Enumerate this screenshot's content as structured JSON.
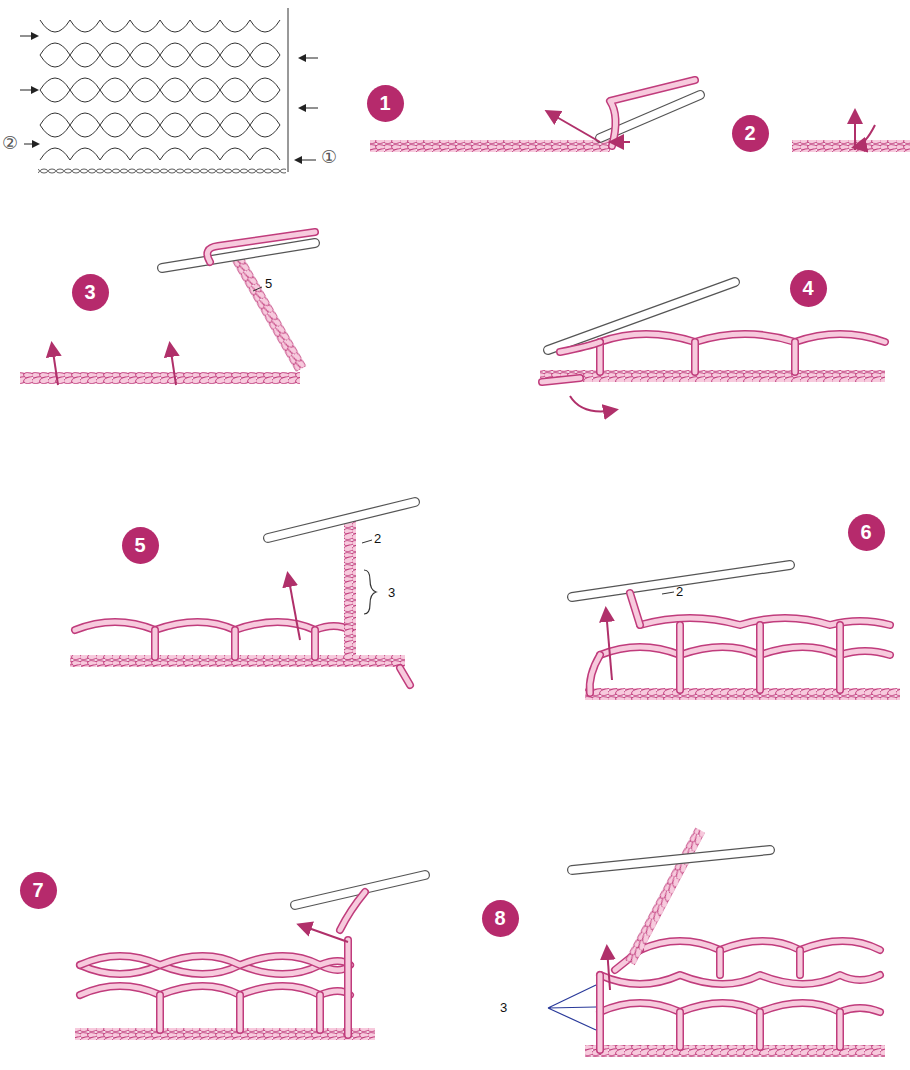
{
  "diagram": {
    "nodes": [
      {
        "text": [
          "1"
        ]
      },
      {
        "text": [
          "2"
        ]
      },
      {
        "text": [
          "3"
        ]
      },
      {
        "text": [
          "4"
        ]
      },
      {
        "text": [
          "5"
        ]
      },
      {
        "text": [
          "6"
        ]
      },
      {
        "text": [
          "7"
        ]
      },
      {
        "text": [
          "8"
        ]
      }
    ],
    "labels": [
      "②",
      "①",
      "5",
      "2",
      "3",
      "2",
      "3"
    ]
  }
}
